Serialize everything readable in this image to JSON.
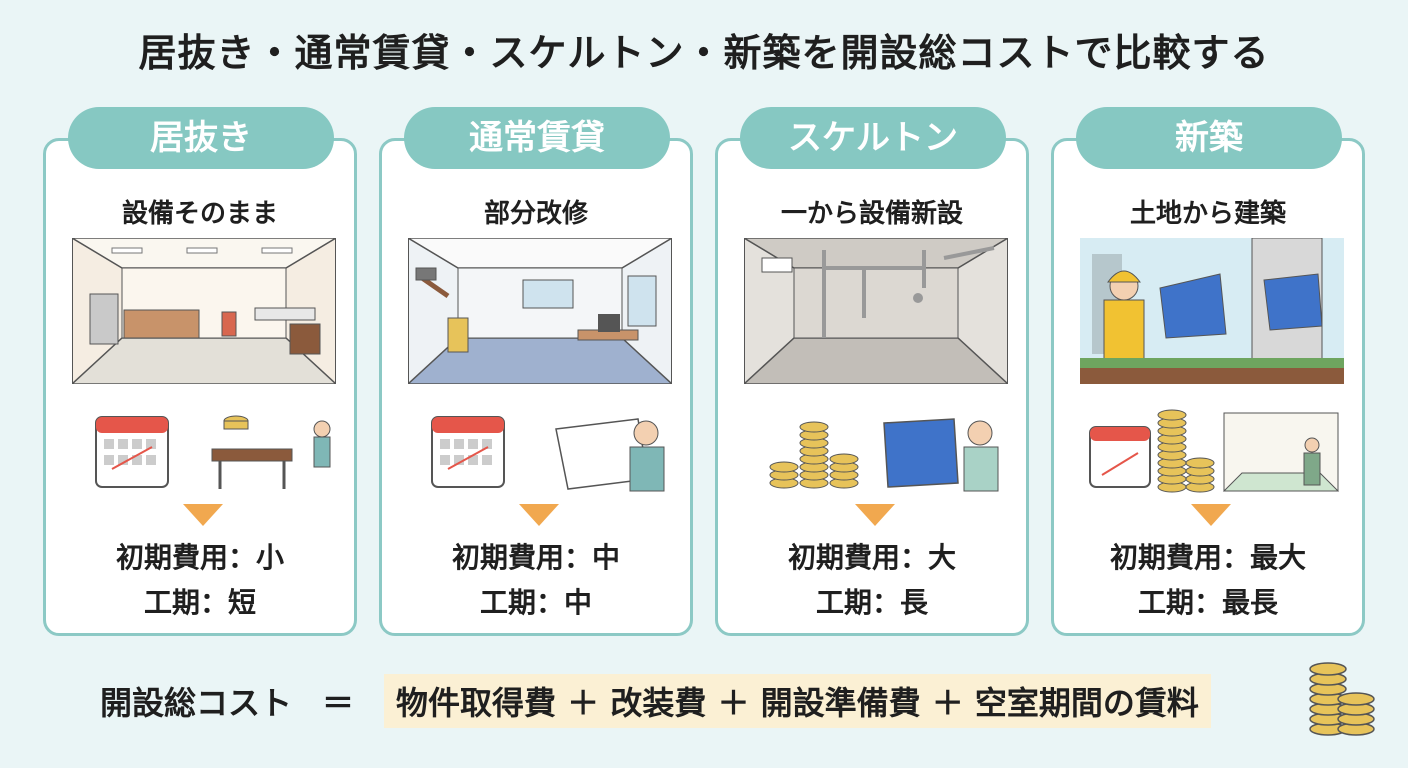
{
  "title": "居抜き・通常賃貸・スケルトン・新築を開設総コストで比較する",
  "cards": [
    {
      "name": "居抜き",
      "subtitle": "設備そのまま",
      "cost": "初期費用：小",
      "period": "工期：短"
    },
    {
      "name": "通常賃貸",
      "subtitle": "部分改修",
      "cost": "初期費用：中",
      "period": "工期：中"
    },
    {
      "name": "スケルトン",
      "subtitle": "一から設備新設",
      "cost": "初期費用：大",
      "period": "工期：長"
    },
    {
      "name": "新築",
      "subtitle": "土地から建築",
      "cost": "初期費用：最大",
      "period": "工期：最長"
    }
  ],
  "formula": {
    "lhs": "開設総コスト",
    "eq": "＝",
    "rhs": "物件取得費 ＋ 改装費 ＋ 開設準備費 ＋ 空室期間の賃料"
  },
  "colors": {
    "accent": "#86c8c2",
    "arrow": "#f1a84f",
    "background": "#eaf5f6",
    "highlight": "#fbf0d4"
  }
}
